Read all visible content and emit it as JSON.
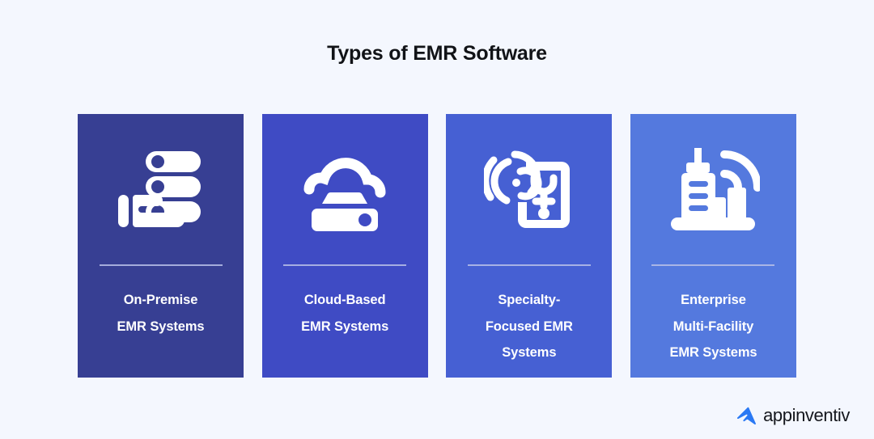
{
  "page": {
    "title": "Types of EMR Software",
    "background_color": "#f4f7fe",
    "title_color": "#111317"
  },
  "cards": [
    {
      "id": "on-premise",
      "icon": "server-rack-icon",
      "color": "#373f93",
      "lines": [
        "On-Premise",
        "EMR Systems"
      ]
    },
    {
      "id": "cloud-based",
      "icon": "cloud-server-icon",
      "color": "#3f4bc4",
      "lines": [
        "Cloud-Based",
        "EMR Systems"
      ]
    },
    {
      "id": "specialty-focused",
      "icon": "mobile-fingerprint-health-icon",
      "color": "#4660d3",
      "lines": [
        "Specialty-",
        "Focused EMR",
        "Systems"
      ]
    },
    {
      "id": "enterprise-multi-facility",
      "icon": "city-buildings-signal-icon",
      "color": "#5479de",
      "lines": [
        "Enterprise",
        "Multi-Facility",
        "EMR Systems"
      ]
    }
  ],
  "logo": {
    "name": "appinventiv",
    "mark_color": "#2a79f4",
    "text_color": "#15171c"
  }
}
